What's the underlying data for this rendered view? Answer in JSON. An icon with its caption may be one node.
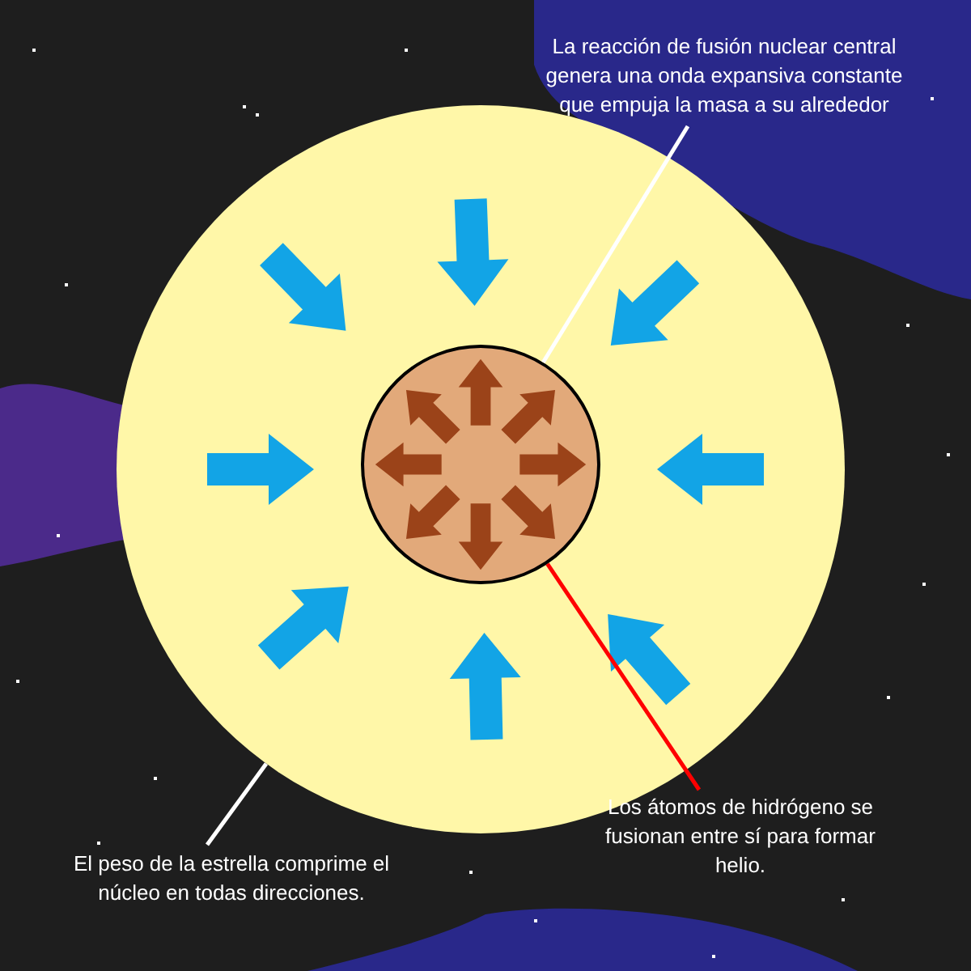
{
  "diagram": {
    "nodes": [
      {
        "text": [
          "La reacción de fusión nuclear central genera una onda expansiva constante que empuja la masa a su alrededor"
        ]
      },
      {
        "text": [],
        "shape": "circle"
      },
      {
        "text": [],
        "shape": "circle",
        "in": 1
      },
      {
        "text": [
          "El peso de la estrella comprime el núcleo en todas direcciones."
        ]
      },
      {
        "text": [
          "Los átomos de hidrógeno se fusionan entre sí para formar helio."
        ]
      }
    ],
    "edges": [
      {
        "from": 0,
        "to": 2,
        "arrow": "none"
      },
      {
        "from": 3,
        "to": 1,
        "arrow": "none"
      },
      {
        "from": 4,
        "to": 2,
        "arrow": "none",
        "color": "#ff0000"
      }
    ]
  }
}
